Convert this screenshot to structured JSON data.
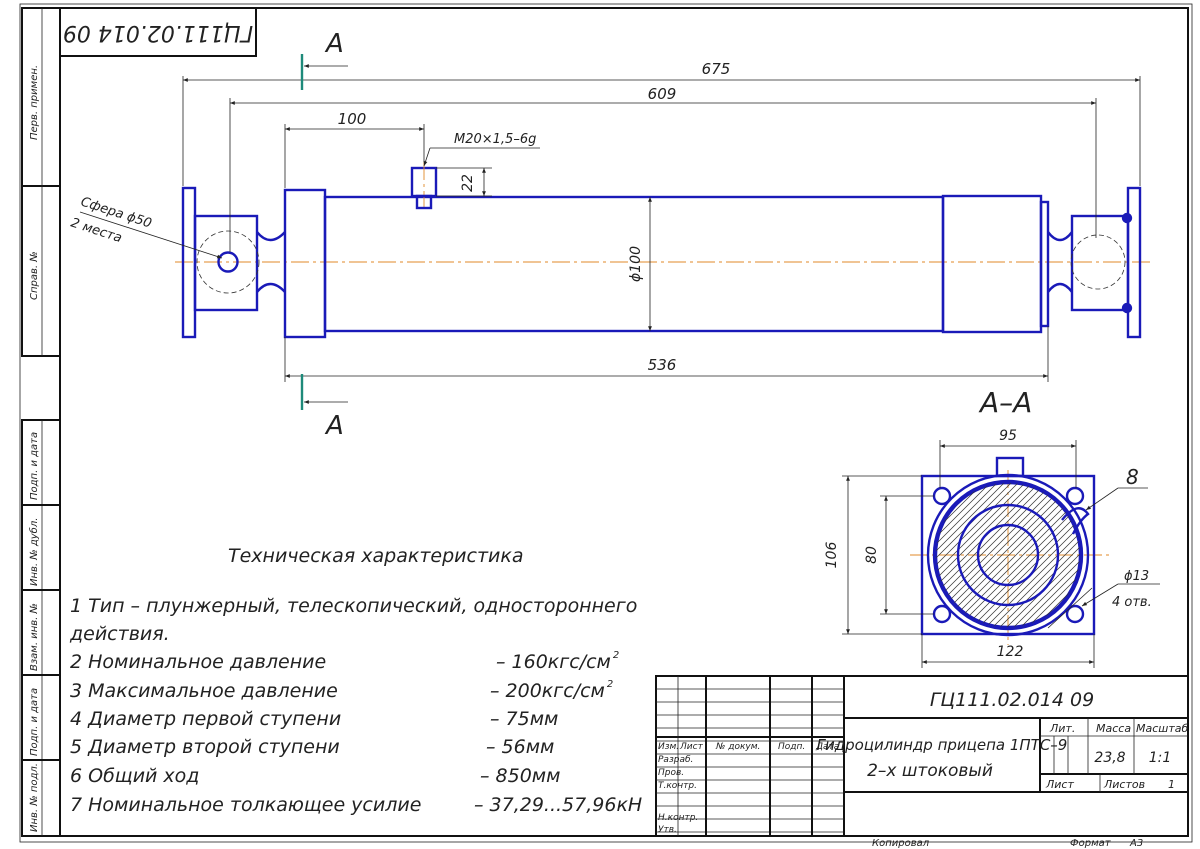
{
  "drawing": {
    "code_top": "ГЦ111.02.014 09",
    "section_label": "A",
    "section_title": "A–A"
  },
  "side_strip": {
    "perv_primen": "Перв. примен.",
    "sprav_no": "Справ. №",
    "podp_data_1": "Подп. и дата",
    "inv_dubl": "Инв. № дубл.",
    "vzam_inv": "Взам. инв. №",
    "podp_data_2": "Подп. и дата",
    "inv_podl": "Инв. № подл."
  },
  "dims": {
    "d675": "675",
    "d609": "609",
    "d100": "100",
    "thread": "M20×1,5–6g",
    "d22": "22",
    "dia100": "ϕ100",
    "d536": "536",
    "sphere_1": "Сфера ϕ50",
    "sphere_2": "2 места",
    "d95": "95",
    "d106": "106",
    "d80": "80",
    "d122": "122",
    "hole_1": "ϕ13",
    "hole_2": "4 отв.",
    "pos8": "8"
  },
  "spec": {
    "title": "Техническая характеристика",
    "items": [
      {
        "label": "1  Тип – плунжерный, телескопический, одностороннего",
        "value": ""
      },
      {
        "label": "действия.",
        "value": ""
      },
      {
        "label": "2 Номинальное давление",
        "value": "– 160кгс/см",
        "sup": "2"
      },
      {
        "label": "3 Максимальное давление",
        "value": "– 200кгс/см",
        "sup": "2"
      },
      {
        "label": "4 Диаметр первой ступени",
        "value": "– 75мм",
        "sup": ""
      },
      {
        "label": "5 Диаметр второй ступени",
        "value": "– 56мм",
        "sup": ""
      },
      {
        "label": "6 Общий ход",
        "value": "– 850мм",
        "sup": ""
      },
      {
        "label": "7 Номинальное толкающее усилие",
        "value": "– 37,29...57,96кН",
        "sup": ""
      }
    ]
  },
  "title_block": {
    "code": "ГЦ111.02.014 09",
    "name_1": "Гидроцилиндр прицепа 1ПТС–9",
    "name_2": "2–х штоковый",
    "h_izm": "Изм.",
    "h_list": "Лист",
    "h_doc": "№ докум.",
    "h_podp": "Подп.",
    "h_data": "Дата",
    "razrab": "Разраб.",
    "prov": "Пров.",
    "tkontr": "Т.контр.",
    "nkontr": "Н.контр.",
    "utv": "Утв.",
    "lit": "Лит.",
    "massa": "Масса",
    "masshtab": "Масштаб",
    "mass_val": "23,8",
    "scale_val": "1:1",
    "sheet": "Лист",
    "sheets": "Листов",
    "sheets_val": "1",
    "kopiroval": "Копировал",
    "format": "Формат",
    "format_val": "А3"
  }
}
